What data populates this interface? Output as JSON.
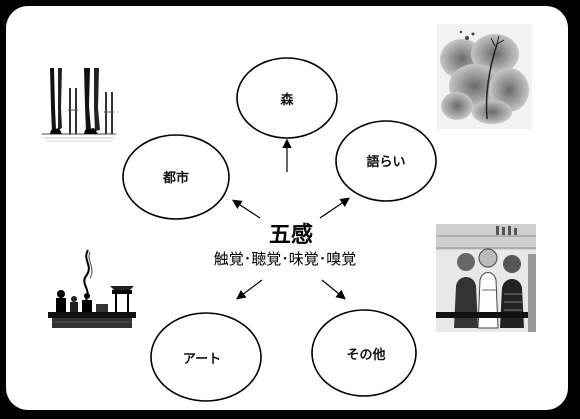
{
  "center": {
    "title": "五感",
    "subtitle": "触覚･聴覚･味覚･嗅覚"
  },
  "nodes": {
    "forest": "森",
    "city": "都市",
    "talk": "語らい",
    "art": "アート",
    "other": "その他"
  },
  "illustrations": {
    "top_left": "legs-and-chair-legs-sketch",
    "top_right": "leaves-and-dandelion-sketch",
    "middle_left": "perfume-bottles-and-smoke-sketch",
    "middle_right": "bar-people-drinking-sketch"
  },
  "colors": {
    "frame_background": "#000000",
    "canvas": "#ffffff",
    "ink": "#000000"
  }
}
